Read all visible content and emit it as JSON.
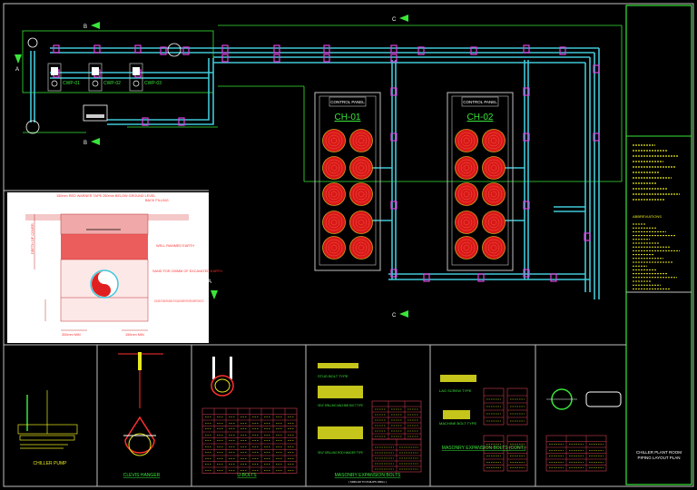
{
  "colors": {
    "background": "#000000",
    "pipe": "#40c8d8",
    "frame": "#39e639",
    "flange": "#e040e0",
    "chiller_fan": "#e02020",
    "text_yellow": "#e8e820",
    "border": "#c0c0c0"
  },
  "plan": {
    "section_markers": [
      "A",
      "A",
      "B",
      "B",
      "C",
      "C"
    ],
    "pumps": [
      "CWP-01",
      "CWP-02",
      "CWP-03"
    ],
    "chillers": [
      {
        "panel": "CONTROL PANEL",
        "tag": "CH-01"
      },
      {
        "panel": "CONTROL PANEL",
        "tag": "CH-02"
      }
    ]
  },
  "trench": {
    "warning_tape": "150mm RED WARNER TAPE 250mm BELOW GROUND LEVEL",
    "back_filling": "BACK FILLING",
    "rammed_earth": "WELL RAMMED EARTH",
    "sand": "SAND FOR 200MM OF EXCAVATED EARTH",
    "bed": "LEVEL BED OF SAND PEA GRAVEL OF EXCAVATED EARTH FREE FROM SHARP STONES, ETC.",
    "depth": "DEPTH OF COVER",
    "min_left": "300mm MIN",
    "min_right": "150mm MIN"
  },
  "details": [
    {
      "title": "CHILLER PUMP"
    },
    {
      "title": "CLEVIS HANGER"
    },
    {
      "title": "U-BOLTS"
    },
    {
      "title": "MASONRY EXPANSION BOLTS",
      "sub": "( SIMILAR TO PHILIPS DRILL ) "
    },
    {
      "title": "MASONRY EXPANSION BOLTS (CONT.)"
    },
    {
      "title": ""
    }
  ],
  "bolt_types": {
    "stud": "STUD BOLT TYPE",
    "self_drill_machine": "SELF DRILLING MACHINE BOLT TYPE",
    "self_drill_rod": "SELF DRILLING ROD HANGER TYPE",
    "lag_screw": "LAG SCREW TYPE",
    "machine_bolt": "MACHINE BOLT TYPE"
  },
  "notes": {
    "heading": "ABBREVIATIONS"
  },
  "title_block": {
    "line1": "CHILLER PLANT ROOM",
    "line2": "PIPING LAYOUT PLAN"
  }
}
